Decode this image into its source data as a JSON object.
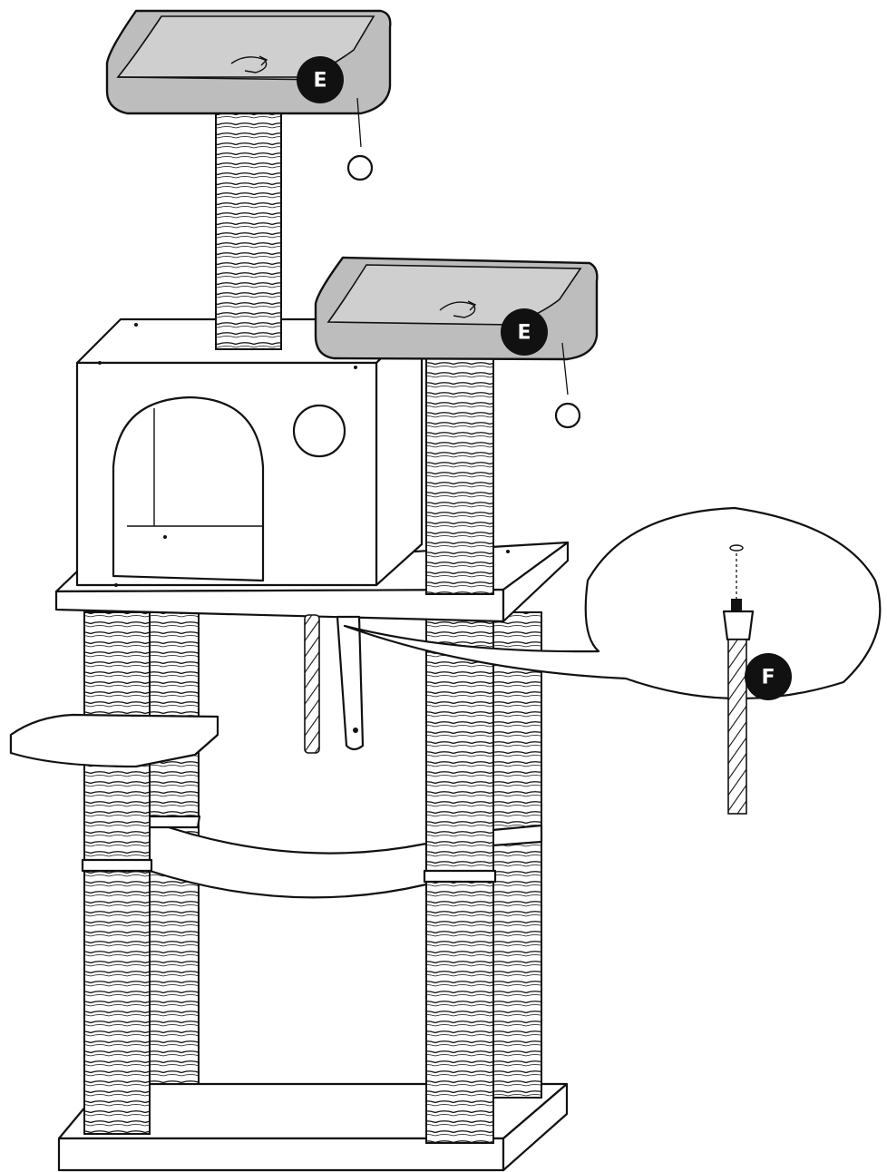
{
  "diagram": {
    "labels": {
      "perch_top": "E",
      "perch_mid": "E",
      "rope_detail": "F"
    },
    "colors": {
      "line": "#111111",
      "perch_fill": "#bdbdbd",
      "badge_fill": "#111111",
      "badge_text": "#ffffff"
    }
  }
}
